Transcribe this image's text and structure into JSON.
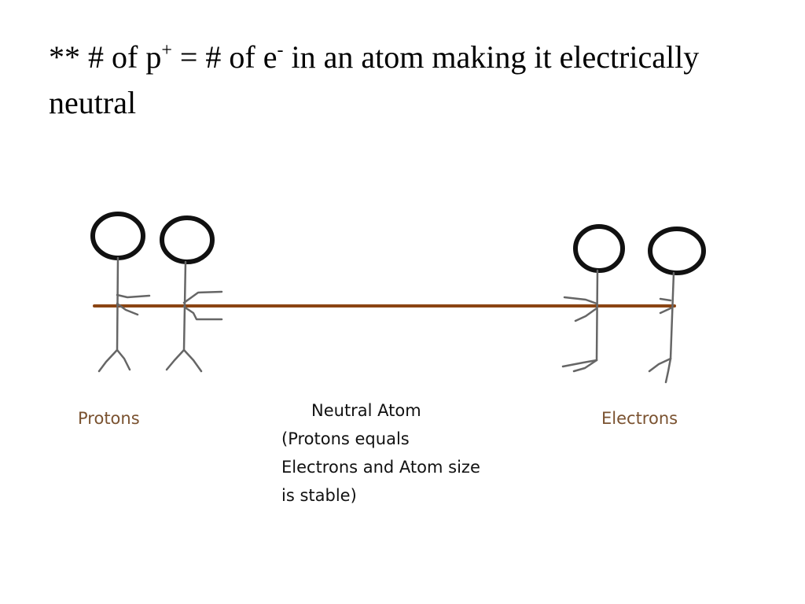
{
  "title": {
    "prefix": "**  # of p",
    "proton_sup": "+",
    "middle": " = # of e",
    "electron_sup": "-",
    "suffix": " in an atom making it electrically neutral"
  },
  "diagram": {
    "rope_color": "#8B4513",
    "figure_color": "#111111",
    "stick_color": "#666666",
    "label_color": "#7a5230",
    "labels": {
      "protons": "Protons",
      "electrons": "Electrons"
    },
    "caption_lines": [
      "Neutral Atom",
      "(Protons equals",
      "Electrons and Atom size",
      "is stable)"
    ]
  }
}
